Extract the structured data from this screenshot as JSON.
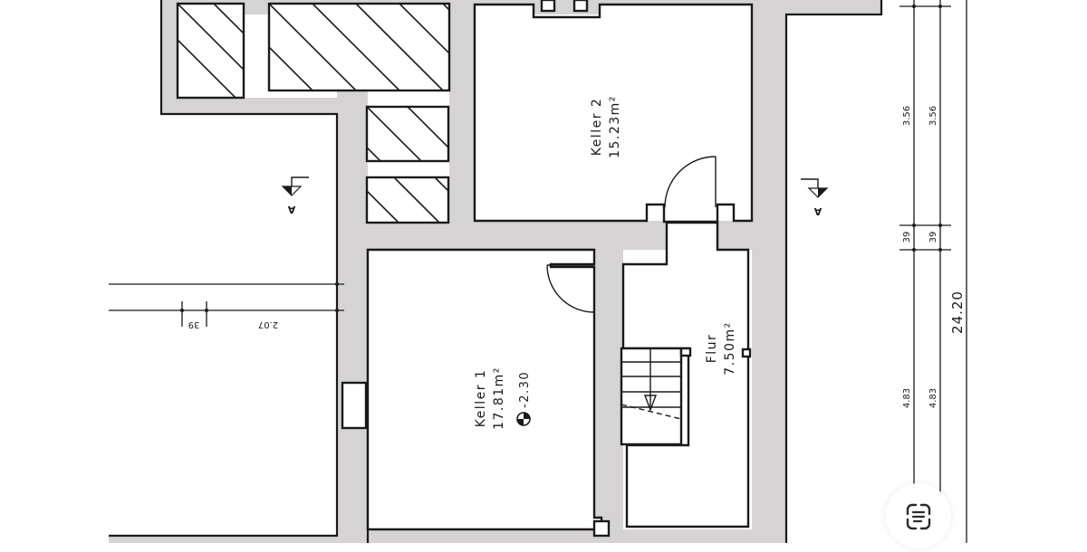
{
  "plan": {
    "rooms": [
      {
        "id": "keller-2",
        "name": "Keller 2",
        "area": "15.23m²"
      },
      {
        "id": "keller-1",
        "name": "Keller 1",
        "area": "17.81m²",
        "level": "-2.30"
      },
      {
        "id": "flur",
        "name": "Flur",
        "area": "7.50m²"
      }
    ],
    "section_markers": [
      {
        "id": "left",
        "label": "A"
      },
      {
        "id": "right",
        "label": "A"
      }
    ],
    "dimensions": {
      "right_chain_a": [
        "3.56",
        "39",
        "4.83"
      ],
      "right_chain_b": [
        "3.56",
        "39",
        "4.83"
      ],
      "overall": "24.20",
      "left_chain": [
        "39",
        "2.07"
      ]
    },
    "colors": {
      "wall_fill": "#d6d3d4",
      "line": "#1a1a1a",
      "background": "#ffffff"
    }
  },
  "overlay": {
    "scan_button_icon": "text-scan-icon"
  }
}
